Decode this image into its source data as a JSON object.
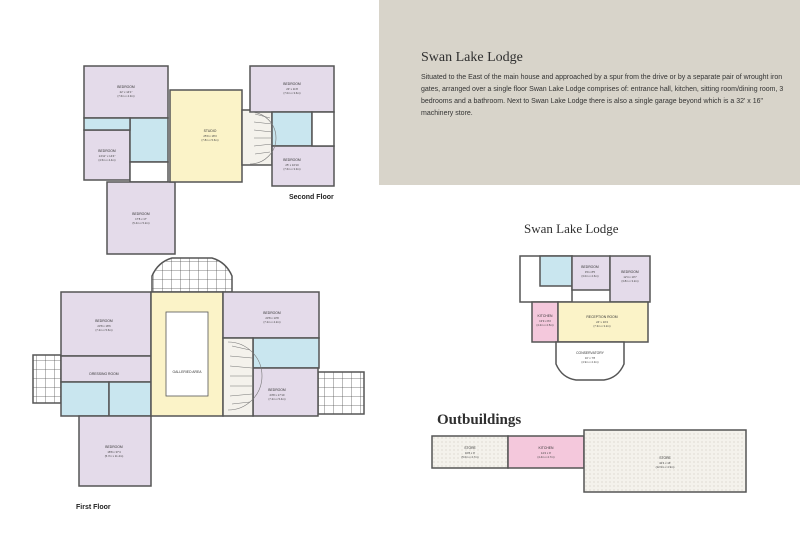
{
  "panel": {
    "title": "Swan Lake Lodge",
    "body": "Situated to the East of the main house and approached by a spur from the drive or by a separate pair of wrought iron gates, arranged over a single floor Swan Lake Lodge comprises of: entrance hall, kitchen, sitting room/dining room, 3 bedrooms and a bathroom. Next to Swan Lake Lodge there is also a single garage beyond which is a 32' x 16\" machinery store."
  },
  "headings": {
    "lodge": "Swan Lake Lodge",
    "outbuildings": "Outbuildings"
  },
  "floor_labels": {
    "second": "Second Floor",
    "first": "First Floor"
  },
  "colors": {
    "panel_bg": "#d8d4ca",
    "bedroom": "#e4dbea",
    "reception": "#fbf3c8",
    "kitchen": "#f4c8dc",
    "bathroom": "#c9e6ef",
    "store": "#ebebeb",
    "wall": "#555555"
  },
  "rooms": {
    "sf_bed1": {
      "name": "Bedroom",
      "dim": "22' x 14'1\"",
      "metric": "(7.6m x 4.3m)"
    },
    "sf_bed2": {
      "name": "Bedroom",
      "dim": "14'11\" x 14'4\"",
      "metric": "(4.5m x 4.4m)"
    },
    "sf_bed3": {
      "name": "Bedroom",
      "dim": "17'8 x 17'",
      "metric": "(5.4m x 5.2m)"
    },
    "sf_studio": {
      "name": "Studio",
      "dim": "25'9 x 18'3",
      "metric": "(7.8m x 5.6m)"
    },
    "sf_bed4": {
      "name": "Bedroom",
      "dim": "23' x 11'8",
      "metric": "(7.0m x 3.6m)"
    },
    "sf_bed5": {
      "name": "Bedroom",
      "dim": "25' x 10'10",
      "metric": "(7.6m x 3.3m)"
    },
    "ff_bed1": {
      "name": "Bedroom",
      "dim": "23'8 x 18'6",
      "metric": "(7.2m x 5.6m)"
    },
    "ff_dressing": {
      "name": "Dressing Room",
      "dim": "",
      "metric": ""
    },
    "ff_bed2": {
      "name": "Bedroom",
      "dim": "18'8 x 37'4",
      "metric": "(5.7m x 11.4m)"
    },
    "ff_gallery": {
      "name": "Galleried Area",
      "dim": "",
      "metric": ""
    },
    "ff_bed3": {
      "name": "Bedroom",
      "dim": "23'8 x 13'8",
      "metric": "(7.2m x 4.2m)"
    },
    "ff_bed4": {
      "name": "Bedroom",
      "dim": "23'8 x 17'10",
      "metric": "(7.2m x 5.4m)"
    },
    "lo_bed1": {
      "name": "Bedroom",
      "dim": "9'9 x 8'5",
      "metric": "(3.0m x 2.6m)"
    },
    "lo_bed2": {
      "name": "Bedroom",
      "dim": "12'4 x 10'7",
      "metric": "(3.8m x 3.2m)"
    },
    "lo_kitchen": {
      "name": "Kitchen",
      "dim": "13'9 x 8'2",
      "metric": "(4.2m x 2.5m)"
    },
    "lo_reception": {
      "name": "Reception Room",
      "dim": "24' x 10'4",
      "metric": "(7.3m x 3.2m)"
    },
    "lo_conservatory": {
      "name": "Conservatory",
      "dim": "16' x 7'8",
      "metric": "(4.9m x 2.3m)"
    },
    "ob_store1": {
      "name": "Store",
      "dim": "16'8 x 9'",
      "metric": "(5.0m x 2.7m)"
    },
    "ob_kitchen": {
      "name": "Kitchen",
      "dim": "14'4 x 9'",
      "metric": "(4.4m x 2.7m)"
    },
    "ob_store2": {
      "name": "Store",
      "dim": "42'4 x 16'",
      "metric": "(12.9m x 4.9m)"
    }
  }
}
